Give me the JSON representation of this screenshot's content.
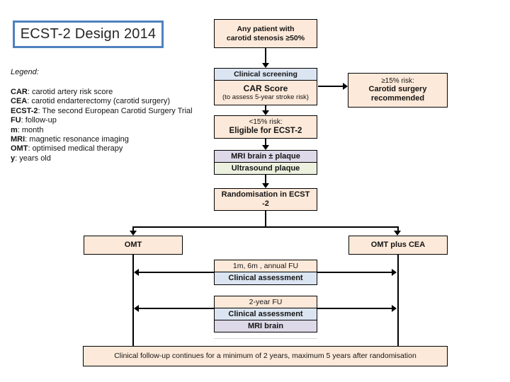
{
  "title": "ECST-2 Design 2014",
  "legend": {
    "heading": "Legend:",
    "items": [
      {
        "term": "CAR",
        "desc": ": carotid artery risk score"
      },
      {
        "term": "CEA",
        "desc": ": carotid endarterectomy (carotid surgery)"
      },
      {
        "term": "ECST-2",
        "desc": ": The second European Carotid Surgery Trial"
      },
      {
        "term": "FU",
        "desc": ": follow-up"
      },
      {
        "term": "m",
        "desc": ": month"
      },
      {
        "term": "MRI",
        "desc": ": magnetic resonance imaging"
      },
      {
        "term": "OMT",
        "desc": ": optimised medical therapy"
      },
      {
        "term": "y",
        "desc": ": years old"
      }
    ]
  },
  "flow": {
    "any_patient": {
      "line1": "Any patient with",
      "line2": "carotid stenosis ≥50%"
    },
    "screening": {
      "header": "Clinical screening",
      "title": "CAR Score",
      "subtitle": "(to assess 5-year stroke risk)"
    },
    "high_risk": {
      "line1": "≥15% risk:",
      "line2": "Carotid surgery",
      "line3": "recommended"
    },
    "low_risk": {
      "line1": "<15% risk:",
      "line2": "Eligible for ECST-2"
    },
    "imaging": {
      "mri": "MRI brain ± plaque",
      "ultrasound": "Ultrasound plaque"
    },
    "randomisation": {
      "line1": "Randomisation in ECST",
      "line2": "-2"
    },
    "arms": {
      "left": "OMT",
      "right": "OMT plus CEA"
    },
    "followup1": {
      "schedule": "1m, 6m , annual FU",
      "assessment": "Clinical assessment"
    },
    "followup2": {
      "schedule": "2-year FU",
      "assessment": "Clinical assessment",
      "mri": "MRI brain"
    },
    "footer": "Clinical follow-up continues for a minimum of 2 years, maximum 5 years after randomisation"
  },
  "colors": {
    "peach": "#FDE9D9",
    "light_blue": "#DBE5F1",
    "lavender": "#DDD9E8",
    "light_green": "#EBF1DE",
    "title_border": "#4F81BD",
    "line": "#000000"
  }
}
